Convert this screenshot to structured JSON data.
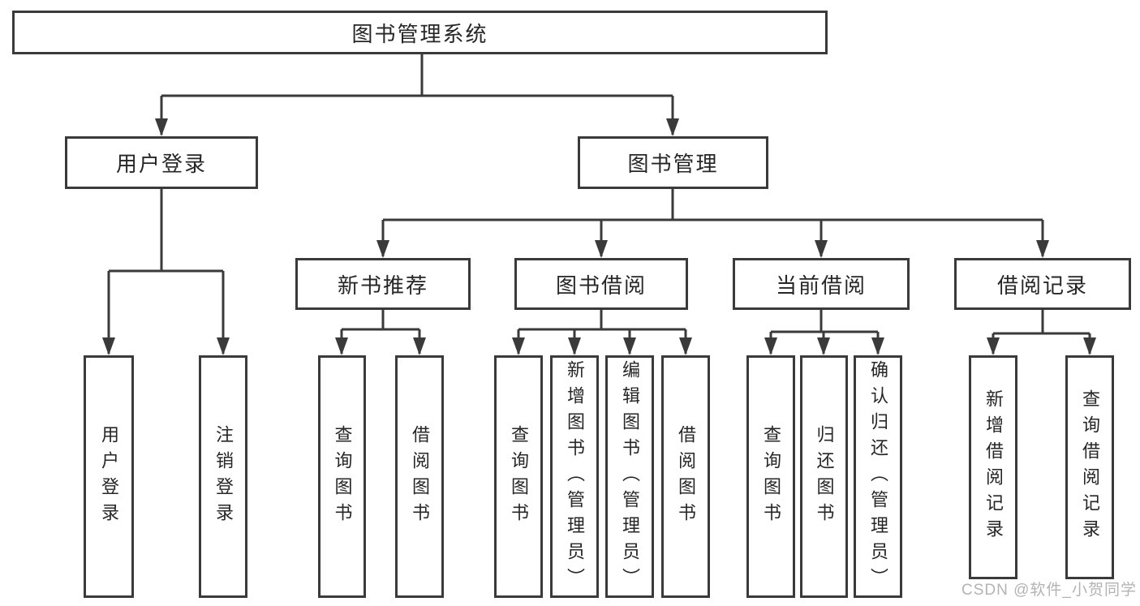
{
  "diagram": {
    "tree": {
      "label": "图书管理系统",
      "children": [
        {
          "label": "用户登录",
          "children": [
            {
              "label": "用户登录"
            },
            {
              "label": "注销登录"
            }
          ]
        },
        {
          "label": "图书管理",
          "children": [
            {
              "label": "新书推荐",
              "children": [
                {
                  "label": "查询图书"
                },
                {
                  "label": "借阅图书"
                }
              ]
            },
            {
              "label": "图书借阅",
              "children": [
                {
                  "label": "查询图书"
                },
                {
                  "label": "新增图书（管理员）"
                },
                {
                  "label": "编辑图书（管理员）"
                },
                {
                  "label": "借阅图书"
                }
              ]
            },
            {
              "label": "当前借阅",
              "children": [
                {
                  "label": "查询图书"
                },
                {
                  "label": "归还图书"
                },
                {
                  "label": "确认归还（管理员）"
                }
              ]
            },
            {
              "label": "借阅记录",
              "children": [
                {
                  "label": "新增借阅记录"
                },
                {
                  "label": "查询借阅记录"
                }
              ]
            }
          ]
        }
      ]
    },
    "colors": {
      "line": "#3a3a3a",
      "text": "#262626",
      "background": "#ffffff",
      "watermark": "#b3b3b3"
    }
  },
  "watermark": {
    "text": "CSDN @软件_小贺同学"
  }
}
